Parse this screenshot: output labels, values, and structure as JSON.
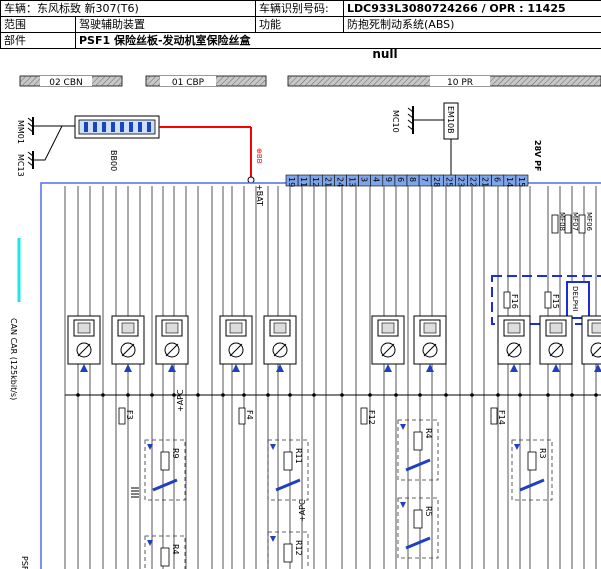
{
  "header": {
    "vehicle_label": "车辆：东风标致 新307(T6)",
    "vin_label": "车辆识别号码:",
    "vin_value": "LDC933L3080724266 / OPR : 11425",
    "scope_label": "范围",
    "scope_value": "驾驶辅助装置",
    "function_label": "功能",
    "function_value": "防抱死制动系统(ABS)",
    "component_label": "部件",
    "component_value": "PSF1 保险丝板-发动机室保险丝盒"
  },
  "diagram": {
    "subtitle": "null",
    "zones": [
      "02 CBN",
      "01 CBP",
      "10 PR"
    ],
    "grounds": [
      "MM01",
      "MC13"
    ],
    "bus_label": "BB00",
    "battery_label": "+BAT",
    "wire_tag": "⊕BB",
    "mc_label": "MC10",
    "em_label": "EM10B",
    "pf_label": "28V PF",
    "pins": [
      "19",
      "11",
      "12",
      "21",
      "24",
      "13",
      "3",
      "4",
      "9",
      "6",
      "8",
      "7",
      "28",
      "25",
      "23",
      "22",
      "21",
      "6",
      "14",
      "15"
    ],
    "side_fuses": [
      "MF08",
      "MF07",
      "MF06"
    ],
    "fuses": [
      "F3",
      "F4",
      "F12",
      "F14",
      "F16",
      "F15"
    ],
    "relay_labels": [
      "R9",
      "R11",
      "R4",
      "R5",
      "R3",
      "R4",
      "R12"
    ],
    "delphi_label": "DELPHI",
    "apc_label": "+APC",
    "can_label": "CAN CAR (125kbit/s)",
    "psf_label": "PSF"
  },
  "colors": {
    "frame_blue": "#4f6fe8",
    "dash_blue": "#1d2fd0",
    "pin_blue": "#7ea4ea",
    "wire_red": "#ff0000",
    "can_cyan": "#1ce6e6",
    "relay_blue": "#2040c0",
    "zone_gray": "#c8c8c8"
  }
}
